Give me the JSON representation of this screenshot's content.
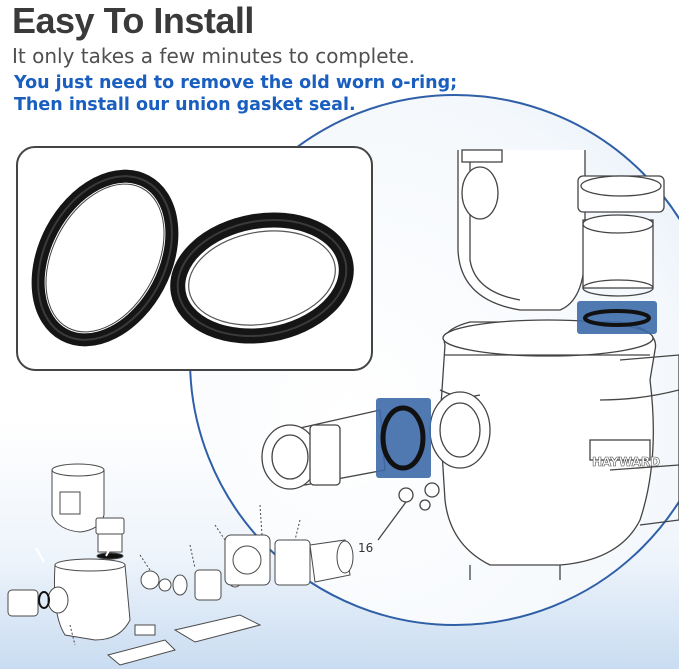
{
  "header": {
    "title": "Easy To Install",
    "subtitle": "It only takes a few minutes to complete.",
    "instruction_line1": "You just need to remove the old worn o-ring;",
    "instruction_line2": "Then install our union gasket seal."
  },
  "diagram": {
    "pump_brand": "HAYWARD",
    "part_label": "16"
  },
  "colors": {
    "title": "#3a3a3a",
    "subtitle": "#505050",
    "accent_blue": "#1a5fbf",
    "highlight_box": "#3d6aa8",
    "background_gradient": "#dbe8f6"
  },
  "icons": [
    "gasket-ring-icon",
    "pump-exploded-diagram",
    "pump-closeup-diagram"
  ]
}
